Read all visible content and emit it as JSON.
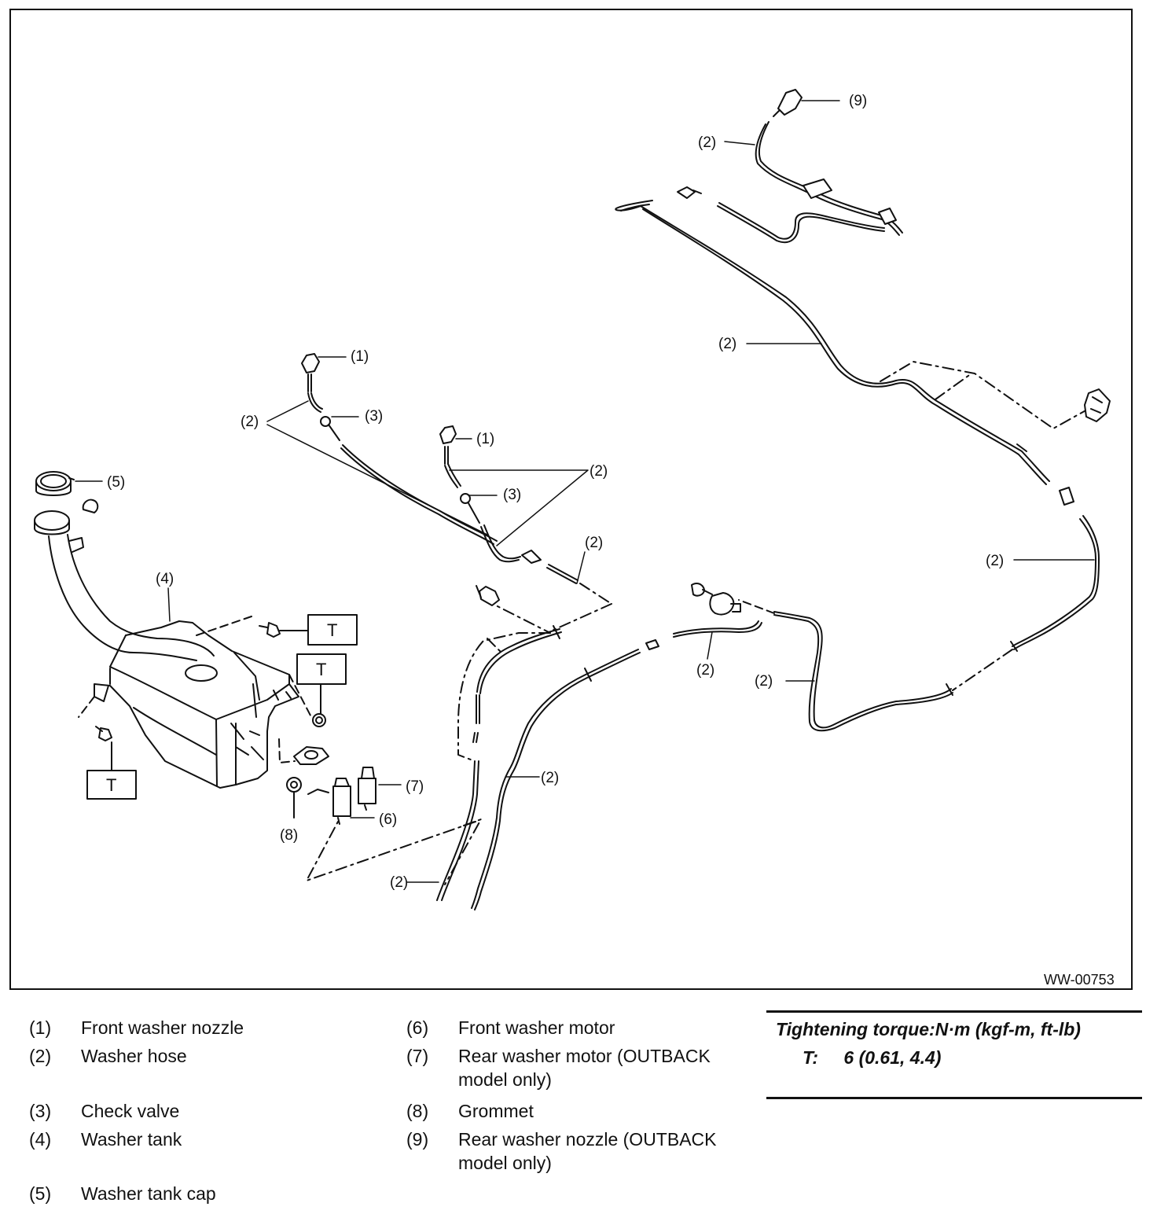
{
  "figure": {
    "code": "WW-00753",
    "callouts": {
      "front_nozzle": "(1)",
      "hose": "(2)",
      "check_valve": "(3)",
      "tank": "(4)",
      "cap": "(5)",
      "front_motor": "(6)",
      "rear_motor": "(7)",
      "grommet": "(8)",
      "rear_nozzle": "(9)"
    },
    "torque_marker": "T"
  },
  "legend": [
    {
      "num": "(1)",
      "text": "Front washer nozzle"
    },
    {
      "num": "(2)",
      "text": "Washer hose"
    },
    {
      "num": "(3)",
      "text": "Check valve"
    },
    {
      "num": "(4)",
      "text": "Washer tank"
    },
    {
      "num": "(5)",
      "text": "Washer tank cap"
    },
    {
      "num": "(6)",
      "text": "Front washer motor"
    },
    {
      "num": "(7)",
      "text": "Rear washer motor (OUTBACK model only)"
    },
    {
      "num": "(8)",
      "text": "Grommet"
    },
    {
      "num": "(9)",
      "text": "Rear washer nozzle (OUTBACK model only)"
    }
  ],
  "torque": {
    "heading": "Tightening torque:N·m (kgf-m, ft-lb)",
    "symbol": "T:",
    "value": "6 (0.61, 4.4)"
  }
}
